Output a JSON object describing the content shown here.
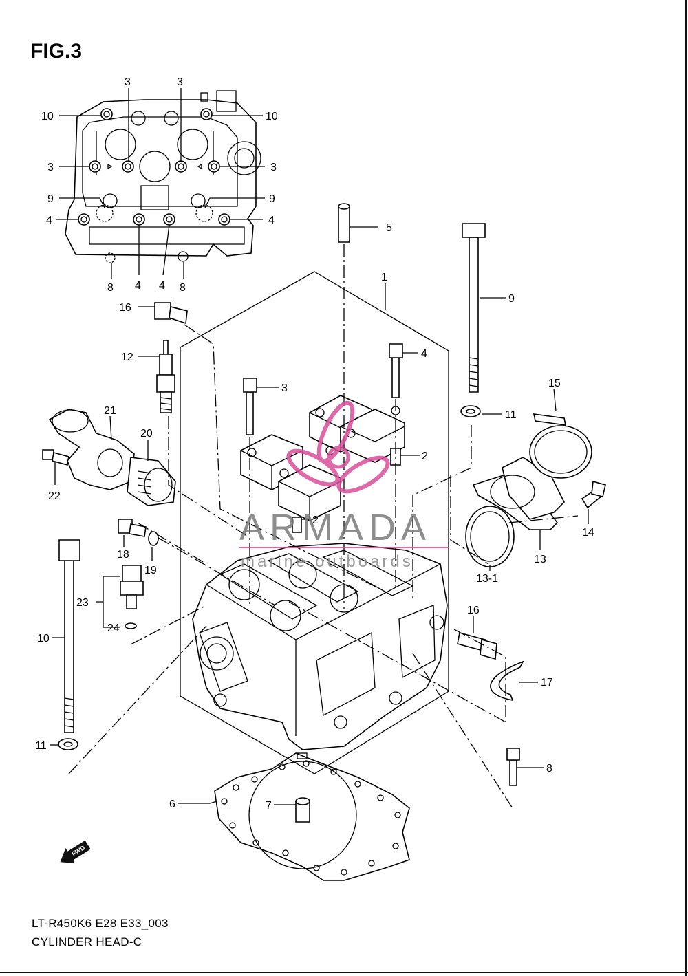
{
  "figure": {
    "title": "FIG.3",
    "model_code": "LT-R450K6 E28 E33_003",
    "section_name": "CYLINDER HEAD-C"
  },
  "watermark": {
    "brand": "ARMADA",
    "tagline": "marine outboards",
    "brand_color": "#d9509a"
  },
  "fwd_marker": {
    "text": "FWD",
    "icon": "fwd-arrow-icon"
  },
  "callouts": {
    "top_view": [
      "3",
      "3",
      "10",
      "10",
      "3",
      "3",
      "9",
      "9",
      "4",
      "4",
      "8",
      "4",
      "4",
      "8"
    ],
    "main": [
      "16",
      "12",
      "21",
      "20",
      "22",
      "18",
      "19",
      "23",
      "24",
      "10",
      "11",
      "6",
      "7",
      "1",
      "5",
      "9",
      "4",
      "3",
      "2",
      "2",
      "15",
      "11",
      "14",
      "13",
      "13-1",
      "16",
      "17",
      "8"
    ]
  }
}
